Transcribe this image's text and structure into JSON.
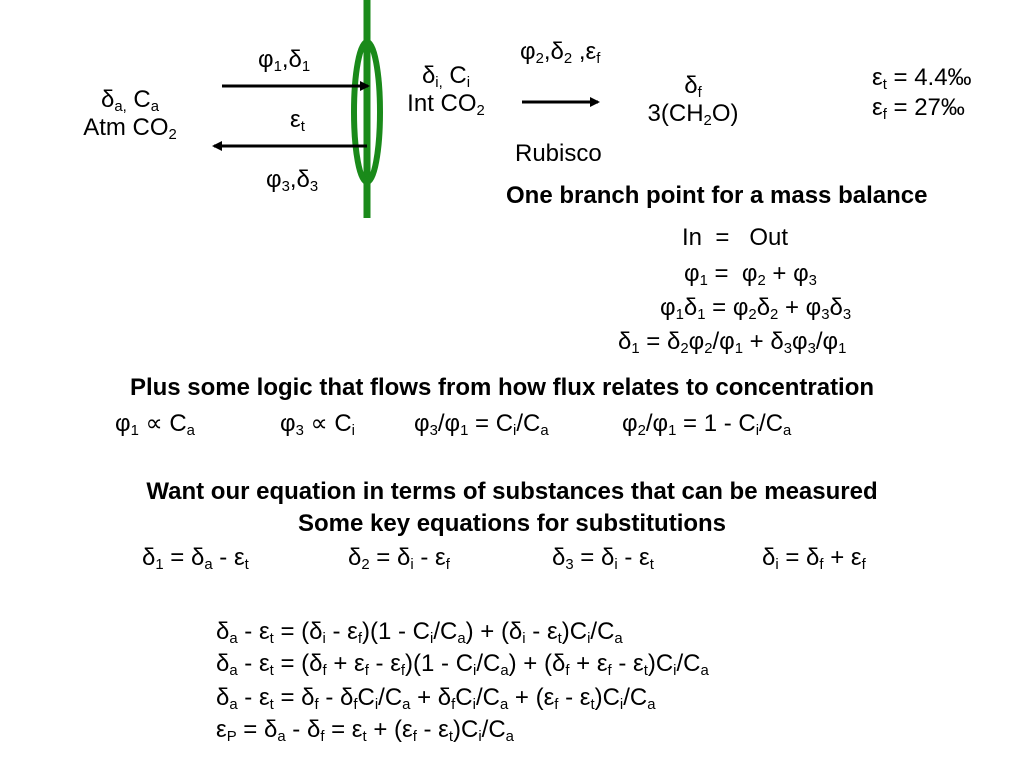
{
  "diagram": {
    "atm_label_delta": "δ",
    "atm_label_delta_sub": "a,",
    "atm_label_c": " C",
    "atm_label_c_sub": "a",
    "atm_co2": "Atm CO",
    "atm_co2_sub": "2",
    "phi1": "φ",
    "phi1_sub": "1",
    "comma1": ",δ",
    "delta1_sub": "1",
    "eps_t": "ε",
    "eps_t_sub": "t",
    "phi3": "φ",
    "phi3_sub": "3",
    "comma3": ",δ",
    "delta3_sub": "3",
    "int_delta": "δ",
    "int_delta_sub": "i,",
    "int_c": " C",
    "int_c_sub": "i",
    "int_co2": "Int CO",
    "int_co2_sub": "2",
    "phi2": "φ",
    "phi2_sub": "2",
    "comma2": ",δ",
    "delta2_sub": "2",
    "comma2b": " ,ε",
    "eps_f_sub": "f",
    "rubisco": "Rubisco",
    "out_delta": "δ",
    "out_delta_sub": "f",
    "ch2o_a": "3(CH",
    "ch2o_sub": "2",
    "ch2o_b": "O)",
    "et_val_pre": "ε",
    "et_val_sub": "t",
    "et_val": " = 4.4‰",
    "ef_val_pre": "ε",
    "ef_val_sub": "f",
    "ef_val": " = 27‰"
  },
  "mass_balance": {
    "heading": "One branch point for a mass balance",
    "line1": "In  =   Out",
    "line2": [
      "φ",
      "1",
      " =  φ",
      "2",
      " + φ",
      "3"
    ],
    "line3": [
      "φ",
      "1",
      "δ",
      "1",
      " = φ",
      "2",
      "δ",
      "2",
      " + φ",
      "3",
      "δ",
      "3"
    ],
    "line4": [
      "δ",
      "1",
      " = δ",
      "2",
      "φ",
      "2",
      "/φ",
      "1",
      " + δ",
      "3",
      "φ",
      "3",
      "/φ",
      "1"
    ]
  },
  "logic": {
    "heading": "Plus some logic that flows from how flux relates to concentration",
    "items": [
      [
        "φ",
        "1",
        " ∝ C",
        "a"
      ],
      [
        "φ",
        "3",
        " ∝ C",
        "i"
      ],
      [
        "φ",
        "3",
        "/φ",
        "1",
        " = C",
        "i",
        "/C",
        "a"
      ],
      [
        "φ",
        "2",
        "/φ",
        "1",
        " = 1 - C",
        "i",
        "/C",
        "a"
      ]
    ]
  },
  "measure": {
    "heading1": "Want our equation in terms of substances that can be measured",
    "heading2": "Some key equations for substitutions",
    "items": [
      [
        "δ",
        "1",
        " = δ",
        "a",
        " - ε",
        "t"
      ],
      [
        "δ",
        "2",
        " = δ",
        "i",
        " - ε",
        "f"
      ],
      [
        "δ",
        "3",
        " = δ",
        "i",
        " - ε",
        "t"
      ],
      [
        "δ",
        "i",
        " = δ",
        "f",
        " + ε",
        "f"
      ]
    ]
  },
  "derivation": [
    [
      "δ",
      "a",
      " - ε",
      "t",
      " = (δ",
      "i",
      " - ε",
      "f",
      ")(1 - C",
      "i",
      "/C",
      "a",
      ") + (δ",
      "i",
      " - ε",
      "t",
      ")C",
      "i",
      "/C",
      "a"
    ],
    [
      "δ",
      "a",
      " - ε",
      "t",
      " = (δ",
      "f",
      " + ε",
      "f",
      " - ε",
      "f",
      ")(1 - C",
      "i",
      "/C",
      "a",
      ") + (δ",
      "f",
      " + ε",
      "f",
      " - ε",
      "t",
      ")C",
      "i",
      "/C",
      "a"
    ],
    [
      "δ",
      "a",
      " - ε",
      "t",
      " = δ",
      "f",
      " - δ",
      "f",
      "C",
      "i",
      "/C",
      "a",
      " + δ",
      "f",
      "C",
      "i",
      "/C",
      "a",
      " + (ε",
      "f",
      " - ε",
      "t",
      ")C",
      "i",
      "/C",
      "a"
    ],
    [
      "ε",
      "P",
      " = δ",
      "a",
      " - δ",
      "f",
      " = ε",
      "t",
      " + (ε",
      "f",
      " - ε",
      "t",
      ")C",
      "i",
      "/C",
      "a"
    ]
  ],
  "colors": {
    "membrane": "#1a8a1a",
    "ink": "#000000"
  }
}
